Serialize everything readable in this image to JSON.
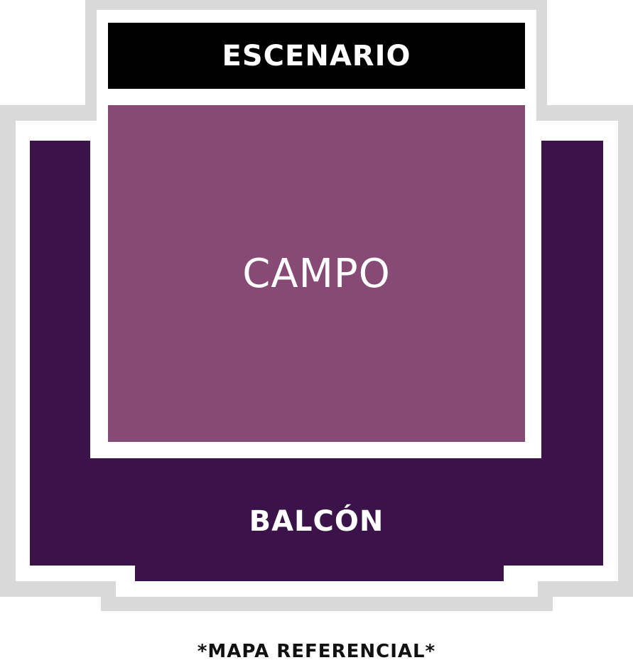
{
  "venue_map": {
    "stage": {
      "label": "ESCENARIO",
      "color": "#000000"
    },
    "field": {
      "label": "CAMPO",
      "color": "#874A74"
    },
    "balcony": {
      "label": "BALCÓN",
      "color": "#3B134A"
    },
    "outline_color": "#D9D9D9"
  },
  "footnote": "*MAPA REFERENCIAL*"
}
